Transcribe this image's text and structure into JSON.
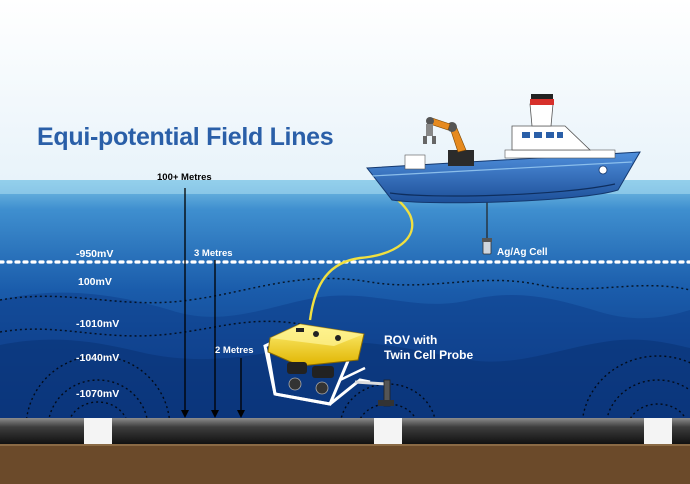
{
  "title": "Equi-potential Field Lines",
  "distances": {
    "far": "100+ Metres",
    "mid": "3 Metres",
    "near": "2 Metres"
  },
  "potentials": [
    "-950mV",
    "100mV",
    "-1010mV",
    "-1040mV",
    "-1070mV"
  ],
  "rov_label": {
    "line1": "ROV with",
    "line2": "Twin Cell Probe"
  },
  "reference_cell_label": "Ag/Ag Cell",
  "colors": {
    "title": "#2a5fa8",
    "ship_hull": "#3a78c8",
    "rov_body": "#f2d21a",
    "seabed": "#6b4a2a",
    "umbilical": "#f0e040"
  }
}
